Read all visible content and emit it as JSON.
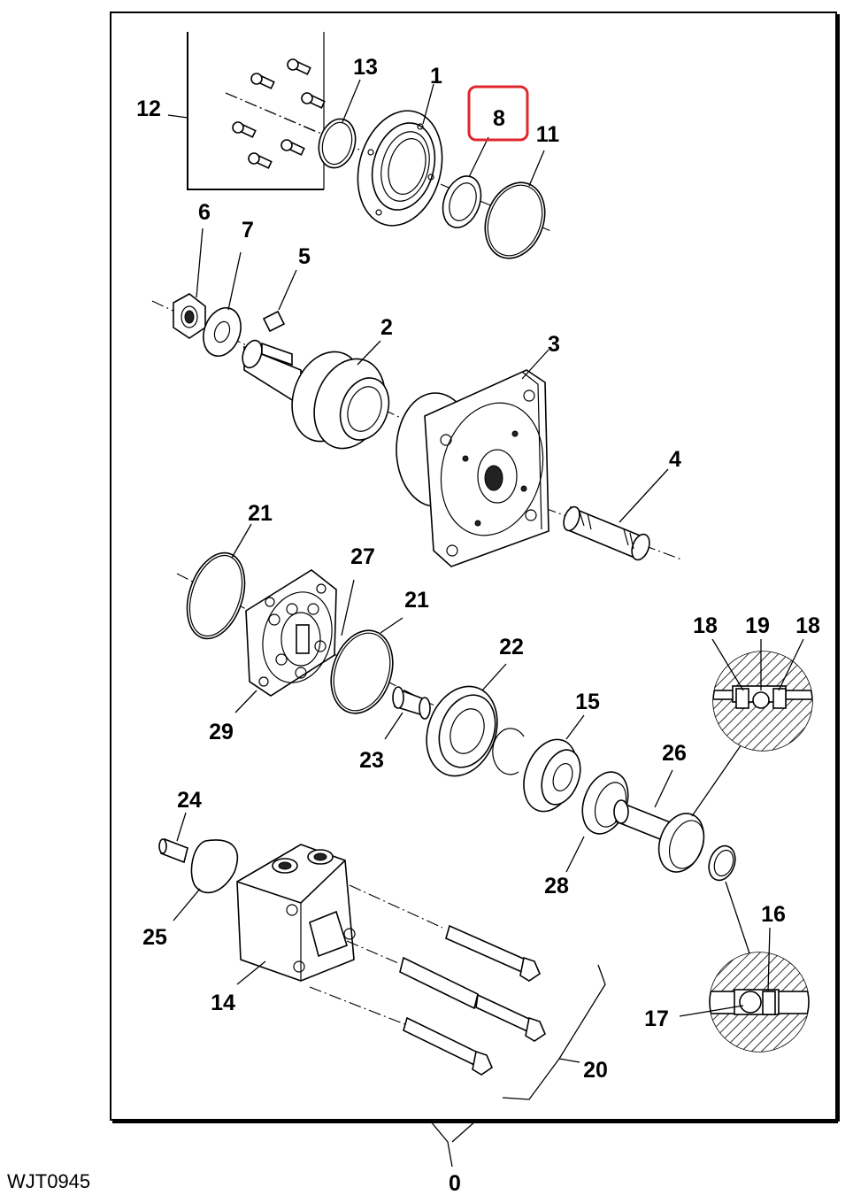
{
  "drawing_id": "WJT0945",
  "highlight_color": "#e0262e",
  "callouts": {
    "c0": "0",
    "c1": "1",
    "c2": "2",
    "c3": "3",
    "c4": "4",
    "c5": "5",
    "c6": "6",
    "c7": "7",
    "c8": "8",
    "c11": "11",
    "c12": "12",
    "c13": "13",
    "c14": "14",
    "c15": "15",
    "c16": "16",
    "c17": "17",
    "c18a": "18",
    "c18b": "18",
    "c19": "19",
    "c20": "20",
    "c21a": "21",
    "c21b": "21",
    "c22": "22",
    "c23": "23",
    "c24": "24",
    "c25": "25",
    "c26": "26",
    "c27": "27",
    "c28": "28",
    "c29": "29"
  },
  "highlighted_callout": "8"
}
